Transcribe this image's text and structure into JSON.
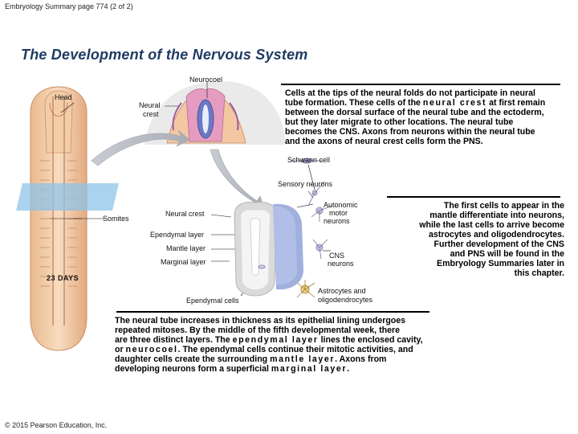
{
  "header": {
    "page_label": "Embryology Summary page 774 (2 of 2)"
  },
  "title": "The Development of the Nervous System",
  "figure_labels": {
    "neurocoel": "Neurocoel",
    "head": "Head",
    "neural_crest_top_line1": "Neural",
    "neural_crest_top_line2": "crest",
    "schwann_cell": "Schwann cell",
    "sensory_neurons": "Sensory neurons",
    "autonomic_line1": "Autonomic",
    "autonomic_line2": "motor",
    "autonomic_line3": "neurons",
    "somites": "Somites",
    "neural_crest": "Neural crest",
    "ependymal_layer": "Ependymal layer",
    "mantle_layer": "Mantle layer",
    "marginal_layer": "Marginal layer",
    "cns_line1": "CNS",
    "cns_line2": "neurons",
    "days": "23 DAYS",
    "ependymal_cells": "Ependymal cells",
    "astrocytes_line1": "Astrocytes and",
    "astrocytes_line2": "oligodendrocytes"
  },
  "paragraph_top": {
    "l1": "Cells at the tips of the neural folds do not participate in neural",
    "l2a": "tube formation. These cells of the ",
    "l2b": "neural crest",
    "l2c": " at first remain",
    "l3": "between the dorsal surface of the neural tube and the ectoderm,",
    "l4": "but they later migrate to other locations. The neural tube",
    "l5": "becomes the CNS. Axons from neurons within the neural tube",
    "l6": "and the axons of neural crest cells form the PNS."
  },
  "paragraph_right": {
    "l1": "The first cells to appear in the",
    "l2": "mantle differentiate into neurons,",
    "l3": "while the last cells to arrive become",
    "l4": "astrocytes and oligodendrocytes.",
    "l5": "Further development of the CNS",
    "l6": "and PNS will be found in the",
    "l7": "Embryology Summaries later in",
    "l8": "this chapter."
  },
  "paragraph_bottom": {
    "l1": "The neural tube increases in thickness as its epithelial lining undergoes",
    "l2": "repeated mitoses. By the middle of the fifth developmental week, there",
    "l3a": "are three distinct layers. The ",
    "l3b": "ependymal layer",
    "l3c": " lines the enclosed cavity,",
    "l4a": "or ",
    "l4b": "neurocoel",
    "l4c": ". The ependymal cells continue their mitotic activities, and",
    "l5a": "daughter cells create the surrounding ",
    "l5b": "mantle layer",
    "l5c": ". Axons from",
    "l6a": "developing neurons form a superficial ",
    "l6b": "marginal layer",
    "l6c": "."
  },
  "copyright": "© 2015 Pearson Education, Inc."
}
